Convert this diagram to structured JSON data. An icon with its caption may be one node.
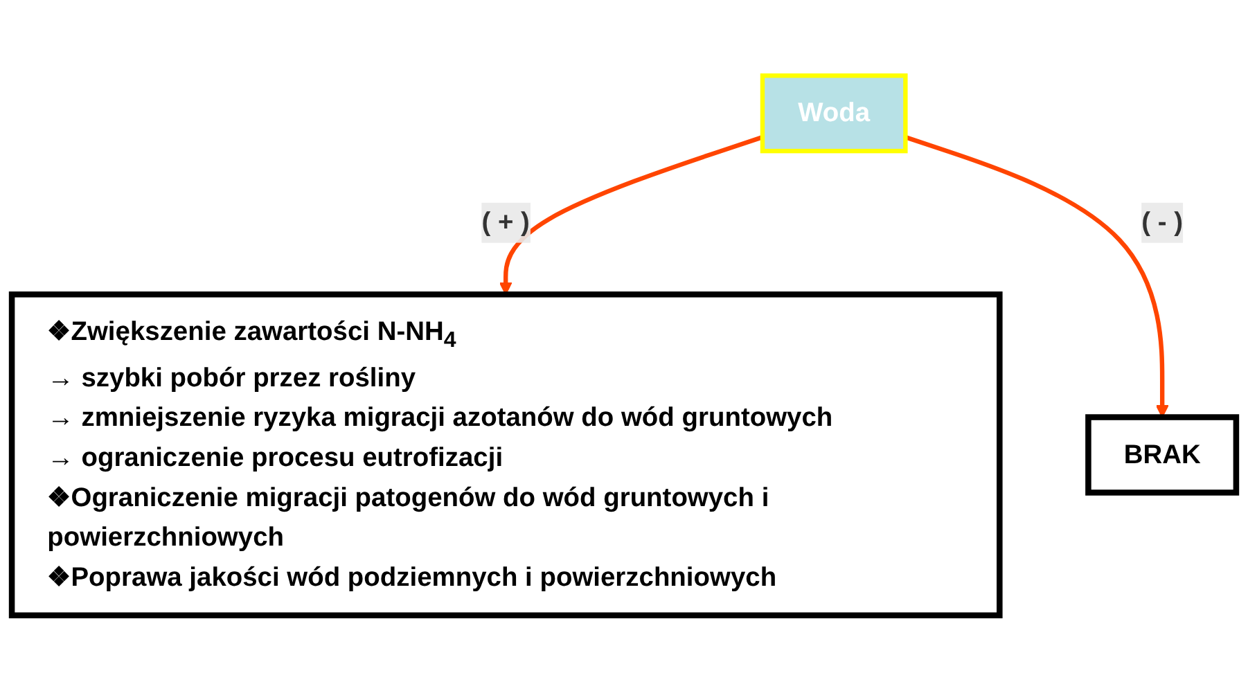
{
  "diagram": {
    "nodes": [
      {
        "text": [
          "Woda"
        ]
      },
      {
        "text": [
          "❖Zwiększenie zawartości N-NH$_{4}$",
          "→ szybki pobór przez rośliny",
          "→ zmniejszenie ryzyka migracji azotanów do wód gruntowych",
          "→ ograniczenie procesu eutrofizacji",
          "❖Ograniczenie migracji patogenów do wód gruntowych i powierzchniowych",
          "❖Poprawa jakości wód podziemnych i powierzchniowych"
        ]
      },
      {
        "text": [
          "BRAK"
        ]
      }
    ],
    "edges": [
      {
        "from": 0,
        "to": 1,
        "arrow": "to",
        "label": "( + )",
        "color": "#ff4500"
      },
      {
        "from": 0,
        "to": 2,
        "arrow": "to",
        "label": "( - )",
        "color": "#ff4500"
      }
    ]
  }
}
